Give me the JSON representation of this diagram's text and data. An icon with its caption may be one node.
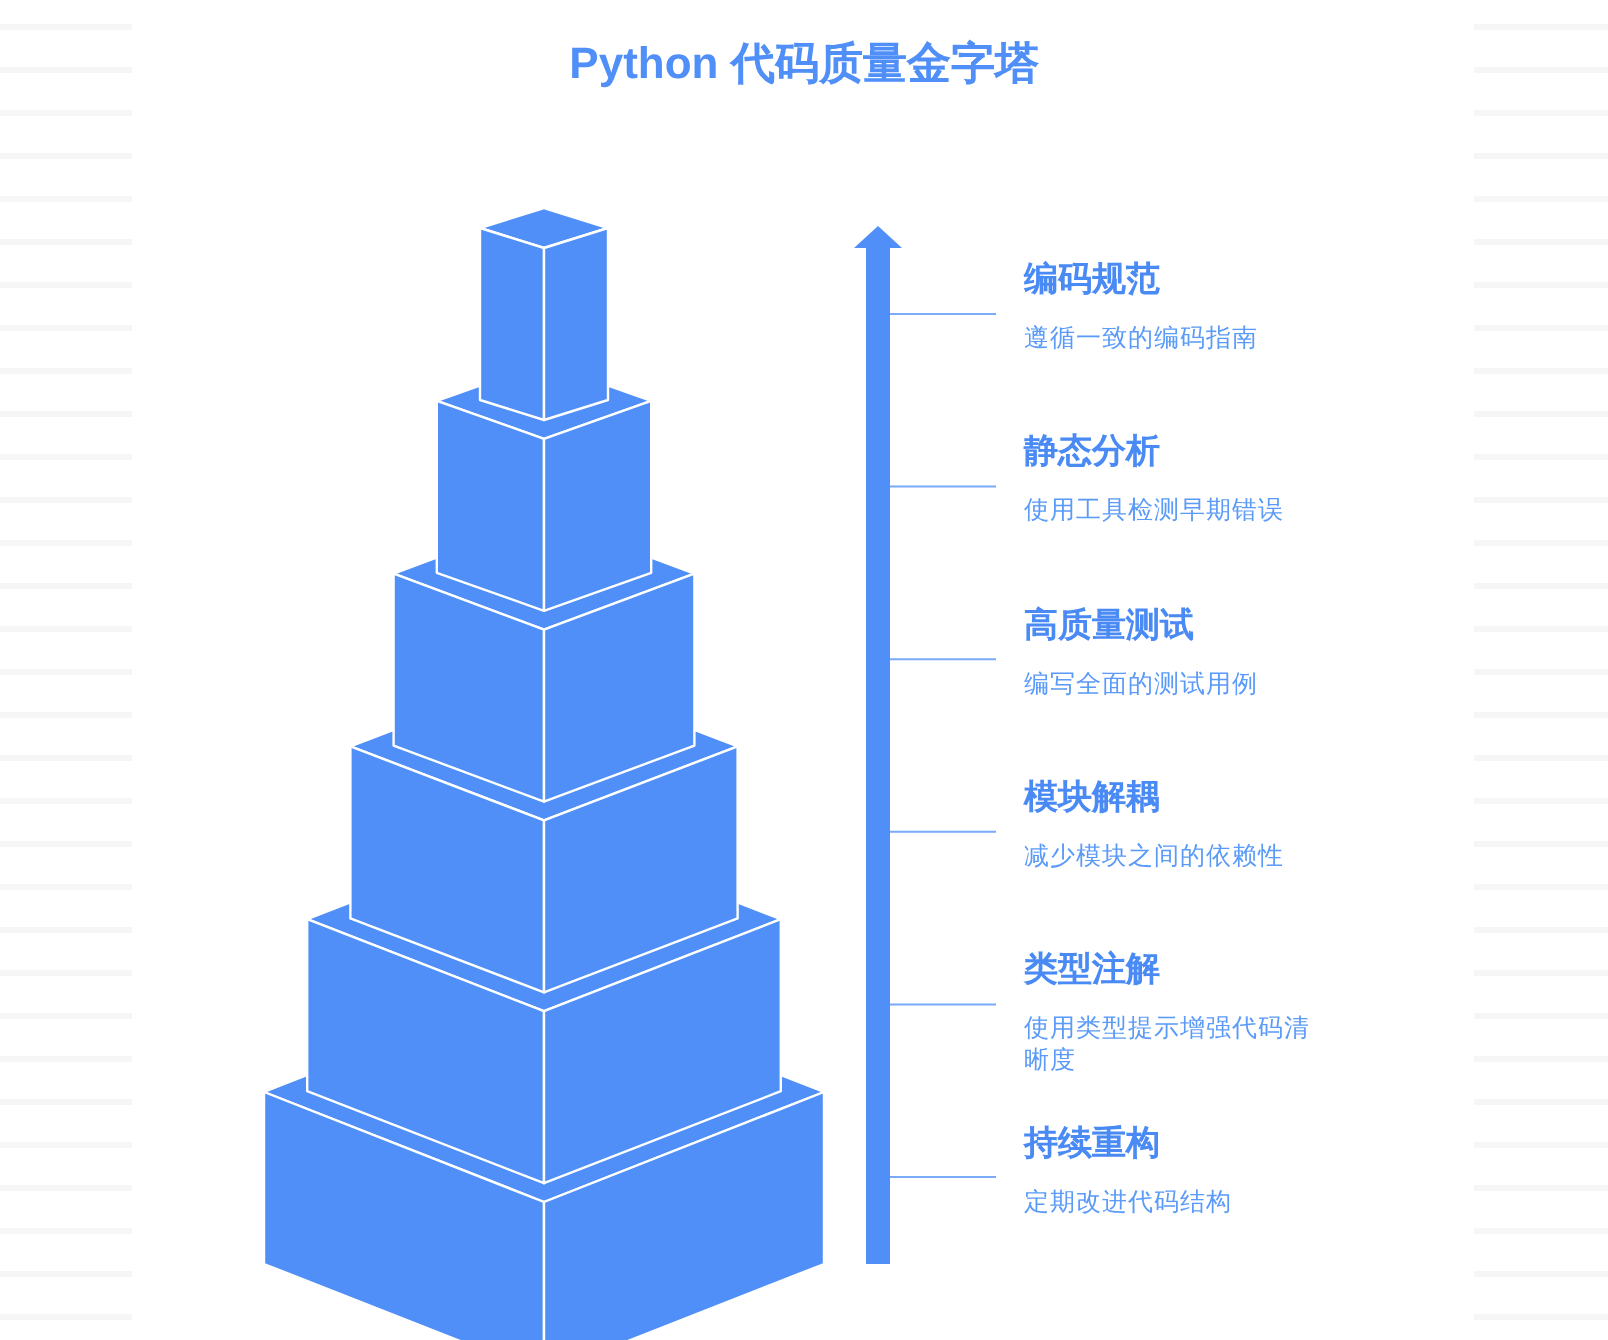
{
  "diagram": {
    "title": "Python 代码质量金字塔",
    "nodes": [
      {
        "text": [
          "编码规范",
          "遵循一致的编码指南"
        ]
      },
      {
        "text": [
          "静态分析",
          "使用工具检测早期错误"
        ]
      },
      {
        "text": [
          "高质量测试",
          "编写全面的测试用例"
        ]
      },
      {
        "text": [
          "模块解耦",
          "减少模块之间的依赖性"
        ]
      },
      {
        "text": [
          "类型注解",
          "使用类型提示增强代码清晰度"
        ]
      },
      {
        "text": [
          "持续重构",
          "定期改进代码结构"
        ]
      }
    ]
  }
}
